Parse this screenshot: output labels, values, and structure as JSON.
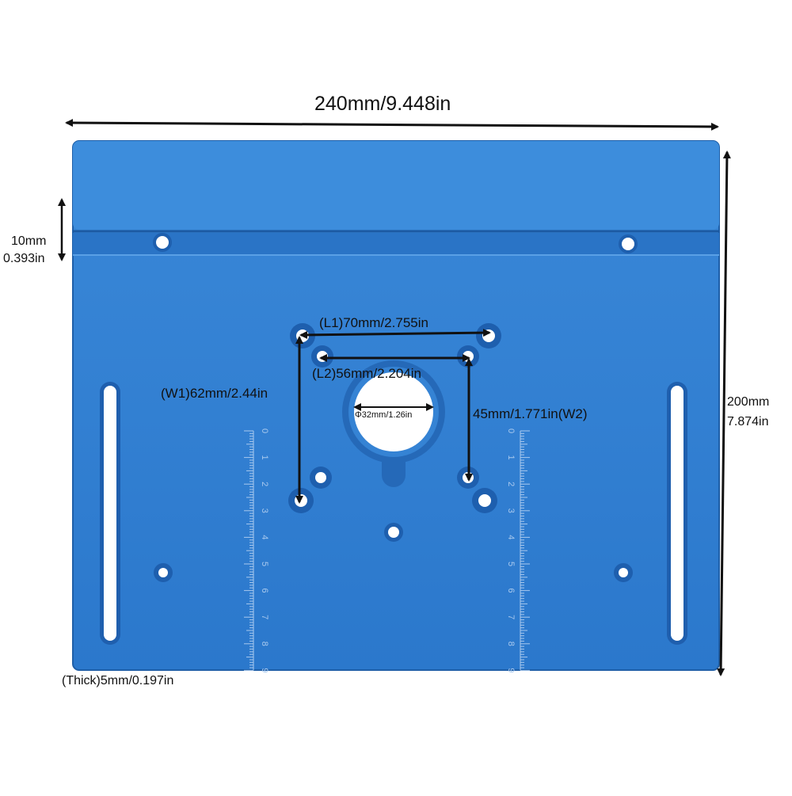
{
  "dimensions": {
    "width_label": "240mm/9.448in",
    "height_label_mm": "200mm",
    "height_label_in": "7.874in",
    "rail_label_mm": "10mm",
    "rail_label_in": "0.393in",
    "thickness_label": "(Thick)5mm/0.197in",
    "l1_label": "(L1)70mm/2.755in",
    "l2_label": "(L2)56mm/2.204in",
    "w1_label": "(W1)62mm/2.44in",
    "w2_label": "45mm/1.771in(W2)",
    "hole_label": "Φ32mm/1.26in"
  },
  "ruler": {
    "numbers": [
      "0",
      "1",
      "2",
      "3",
      "4",
      "5",
      "6",
      "7",
      "8",
      "9"
    ]
  },
  "colors": {
    "plate": "#2f7fd3",
    "plate_dark": "#1f63b4",
    "plate_light": "#4a95e0",
    "ink": "#111111",
    "marking": "#a9c9ee"
  }
}
